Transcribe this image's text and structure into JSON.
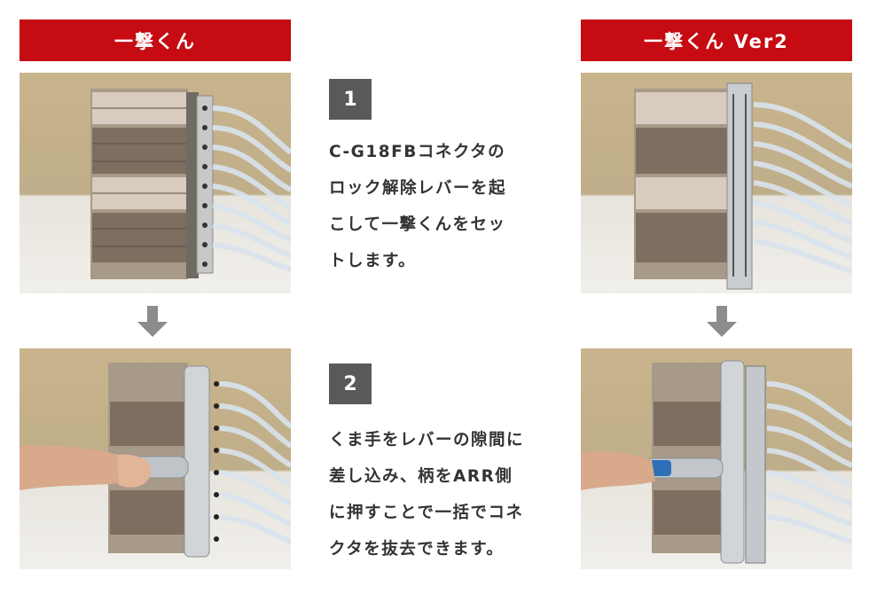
{
  "headers": {
    "left": "一撃くん",
    "right": "一撃くん Ver2"
  },
  "steps": [
    {
      "number": "1",
      "lines": [
        "C-G18FBコネクタの",
        "ロック解除レバーを起",
        "こして一撃くんをセッ",
        "トします。"
      ]
    },
    {
      "number": "2",
      "lines": [
        "くま手をレバーの隙間に",
        "差し込み、柄をARR側",
        "に押すことで一括でコネ",
        "クタを抜去できます。"
      ]
    }
  ],
  "colors": {
    "header_bg": "#c60b12",
    "badge_bg": "#595959",
    "arrow": "#8c8c8c",
    "text": "#333333"
  },
  "icons": [
    "down-arrow-icon"
  ]
}
